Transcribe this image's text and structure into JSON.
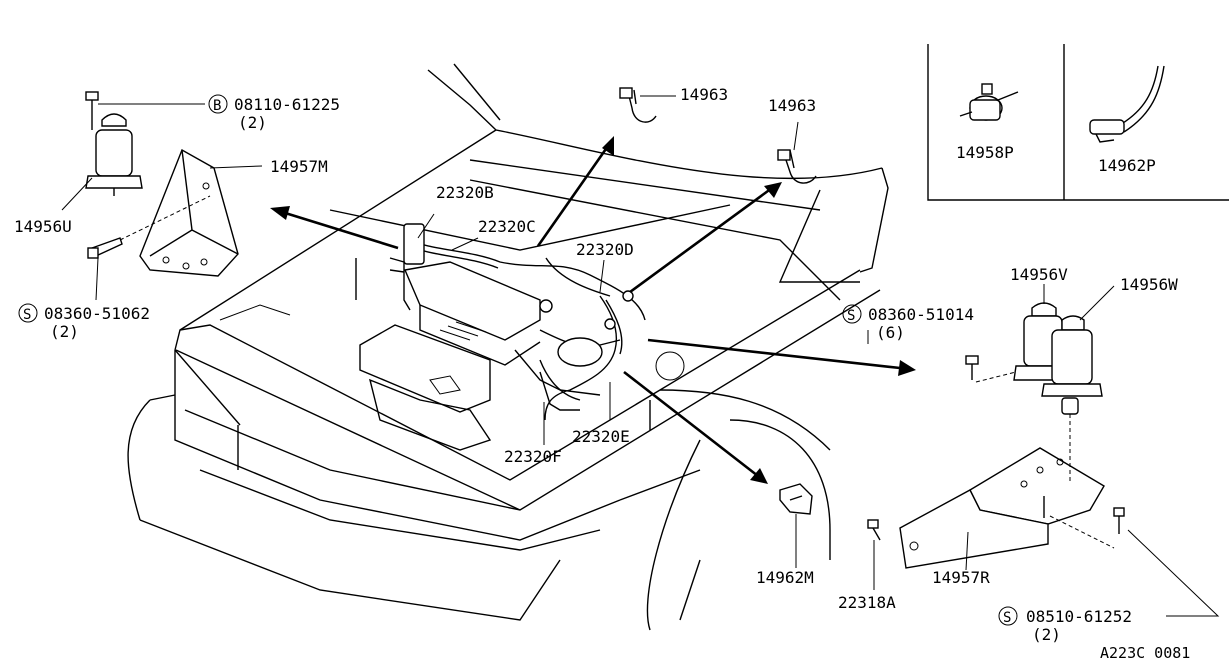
{
  "callouts": {
    "c08110": {
      "symbol": "B",
      "number": "08110-61225",
      "qty": "(2)"
    },
    "c14957M": "14957M",
    "c14956U": "14956U",
    "c08360_51062": {
      "symbol": "S",
      "number": "08360-51062",
      "qty": "(2)"
    },
    "c22320B": "22320B",
    "c22320C": "22320C",
    "c22320D": "22320D",
    "c22320E": "22320E",
    "c22320F": "22320F",
    "c14963a": "14963",
    "c14963b": "14963",
    "c14958P": "14958P",
    "c14962P": "14962P",
    "c14956V": "14956V",
    "c14956W": "14956W",
    "c08360_51014": {
      "symbol": "S",
      "number": "08360-51014",
      "qty": "(6)"
    },
    "c14962M": "14962M",
    "c22318A": "22318A",
    "c14957R": "14957R",
    "c08510": {
      "symbol": "S",
      "number": "08510-61252",
      "qty": "(2)"
    }
  },
  "diagram_code": "A223C 0081"
}
